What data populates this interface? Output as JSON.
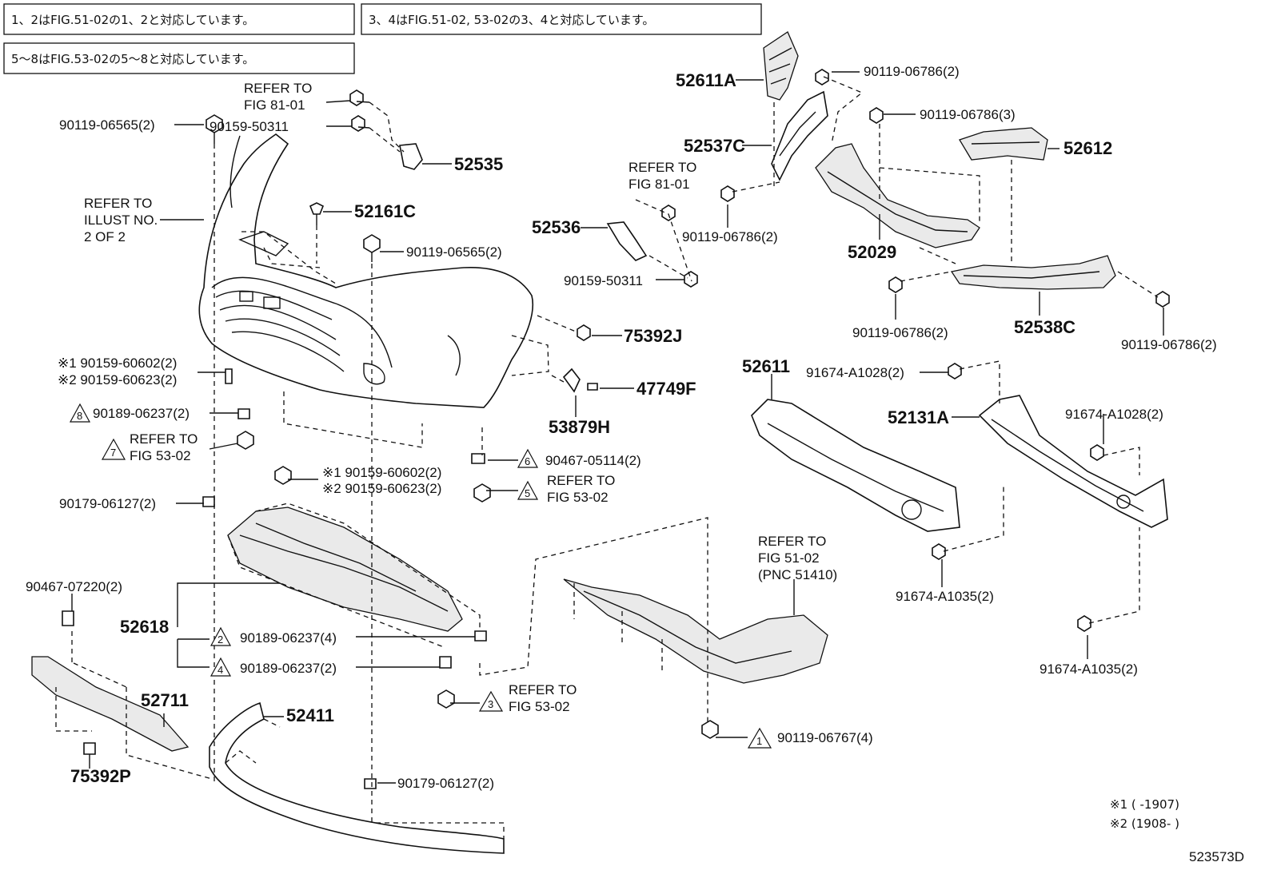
{
  "notes": {
    "note1": "1、2はFIG.51-02の1、2と対応しています。",
    "note2": "3、4はFIG.51-02, 53-02の3、4と対応しています。",
    "note3": "5～8はFIG.53-02の5～8と対応しています。"
  },
  "labels": {
    "p52611A": "52611A",
    "p90119_06786_2a": "90119-06786(2)",
    "p90119_06786_3": "90119-06786(3)",
    "p52537C": "52537C",
    "p52612": "52612",
    "refer_81_01_a_1": "REFER TO",
    "refer_81_01_a_2": "FIG 81-01",
    "p90119_06565_2a": "90119-06565(2)",
    "p90159_50311_a": "90159-50311",
    "p52535": "52535",
    "refer_81_01_b_1": "REFER TO",
    "refer_81_01_b_2": "FIG 81-01",
    "p90119_06786_2b": "90119-06786(2)",
    "p52029": "52029",
    "refer_illust_1": "REFER TO",
    "refer_illust_2": "ILLUST NO.",
    "refer_illust_3": "2 OF 2",
    "p52161C": "52161C",
    "p52536": "52536",
    "p90119_06565_2b": "90119-06565(2)",
    "p90159_50311_b": "90159-50311",
    "p90119_06786_2c": "90119-06786(2)",
    "p52538C": "52538C",
    "p90119_06786_2d": "90119-06786(2)",
    "p75392J": "75392J",
    "p52611": "52611",
    "p91674_A1028_2a": "91674-A1028(2)",
    "s1_90159_60602": "※1 90159-60602(2)",
    "s2_90159_60623": "※2 90159-60623(2)",
    "p47749F": "47749F",
    "p90189_06237_2a": "90189-06237(2)",
    "p53879H": "53879H",
    "p52131A": "52131A",
    "p91674_A1028_2b": "91674-A1028(2)",
    "refer_53_02_a_1": "REFER TO",
    "refer_53_02_a_2": "FIG 53-02",
    "p90467_05114": "90467-05114(2)",
    "s1b_90159_60602": "※1 90159-60602(2)",
    "s2b_90159_60623": "※2 90159-60623(2)",
    "refer_53_02_b_1": "REFER TO",
    "refer_53_02_b_2": "FIG 53-02",
    "p90179_06127_2a": "90179-06127(2)",
    "refer_51_02_1": "REFER TO",
    "refer_51_02_2": "FIG 51-02",
    "refer_51_02_3": "(PNC 51410)",
    "p91674_A1035_2a": "91674-A1035(2)",
    "p90467_07220": "90467-07220(2)",
    "p52618": "52618",
    "p90189_06237_4": "90189-06237(4)",
    "p90189_06237_2b": "90189-06237(2)",
    "p91674_A1035_2b": "91674-A1035(2)",
    "p52711": "52711",
    "refer_53_02_c_1": "REFER TO",
    "refer_53_02_c_2": "FIG 53-02",
    "p52411": "52411",
    "p90119_06767": "90119-06767(4)",
    "p75392P": "75392P",
    "p90179_06127_2b": "90179-06127(2)",
    "foot1": "※1 (      -1907)",
    "foot2": "※2 (1908-      )",
    "diagram_id": "523573D"
  },
  "triangles": {
    "t1": "1",
    "t2": "2",
    "t3": "3",
    "t4": "4",
    "t5": "5",
    "t6": "6",
    "t7": "7",
    "t8": "8"
  }
}
